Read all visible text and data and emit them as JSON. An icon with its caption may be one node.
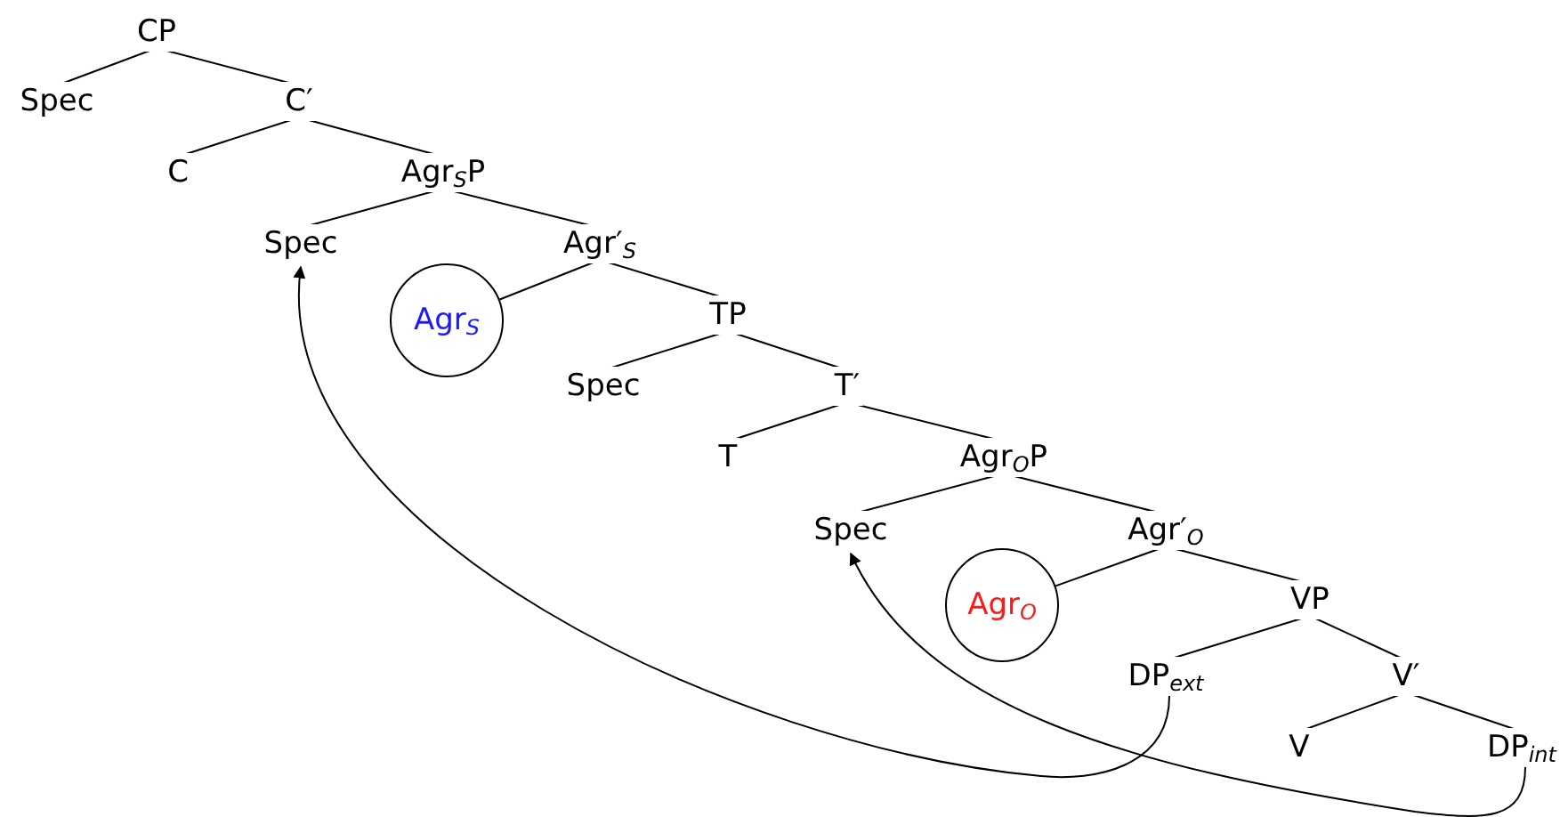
{
  "diagram": {
    "nodes": [
      {
        "text": [
          "CP"
        ]
      },
      {
        "text": [
          "Spec"
        ]
      },
      {
        "text": [
          "C′"
        ]
      },
      {
        "text": [
          "C"
        ]
      },
      {
        "text": [
          "Agr$_{S}$P"
        ]
      },
      {
        "text": [
          "Spec"
        ]
      },
      {
        "text": [
          "Agr′$_{S}$"
        ]
      },
      {
        "text": [
          "Agr$_{S}$"
        ]
      },
      {
        "text": [
          "TP"
        ]
      },
      {
        "text": [
          "Spec"
        ]
      },
      {
        "text": [
          "T′"
        ]
      },
      {
        "text": [
          "T"
        ]
      },
      {
        "text": [
          "Agr$_{O}$P"
        ]
      },
      {
        "text": [
          "Spec"
        ]
      },
      {
        "text": [
          "Agr′$_{O}$"
        ]
      },
      {
        "text": [
          "Agr$_{O}$"
        ]
      },
      {
        "text": [
          "VP"
        ]
      },
      {
        "text": [
          "DP$_{ext}$"
        ]
      },
      {
        "text": [
          "V′"
        ]
      },
      {
        "text": [
          "V"
        ]
      },
      {
        "text": [
          "DP$_{int}$"
        ]
      }
    ],
    "edges": [
      {
        "from": 0,
        "to": 1,
        "arrow": "none"
      },
      {
        "from": 0,
        "to": 2,
        "arrow": "none"
      },
      {
        "from": 2,
        "to": 3,
        "arrow": "none"
      },
      {
        "from": 2,
        "to": 4,
        "arrow": "none"
      },
      {
        "from": 4,
        "to": 5,
        "arrow": "none"
      },
      {
        "from": 4,
        "to": 6,
        "arrow": "none"
      },
      {
        "from": 6,
        "to": 7,
        "arrow": "none"
      },
      {
        "from": 6,
        "to": 8,
        "arrow": "none"
      },
      {
        "from": 8,
        "to": 9,
        "arrow": "none"
      },
      {
        "from": 8,
        "to": 10,
        "arrow": "none"
      },
      {
        "from": 10,
        "to": 11,
        "arrow": "none"
      },
      {
        "from": 10,
        "to": 12,
        "arrow": "none"
      },
      {
        "from": 12,
        "to": 13,
        "arrow": "none"
      },
      {
        "from": 12,
        "to": 14,
        "arrow": "none"
      },
      {
        "from": 14,
        "to": 15,
        "arrow": "none"
      },
      {
        "from": 14,
        "to": 16,
        "arrow": "none"
      },
      {
        "from": 16,
        "to": 17,
        "arrow": "none"
      },
      {
        "from": 16,
        "to": 18,
        "arrow": "none"
      },
      {
        "from": 18,
        "to": 19,
        "arrow": "none"
      },
      {
        "from": 18,
        "to": 20,
        "arrow": "none"
      },
      {
        "from": 17,
        "to": 5,
        "arrow": "to"
      },
      {
        "from": 20,
        "to": 13,
        "arrow": "to"
      }
    ]
  }
}
